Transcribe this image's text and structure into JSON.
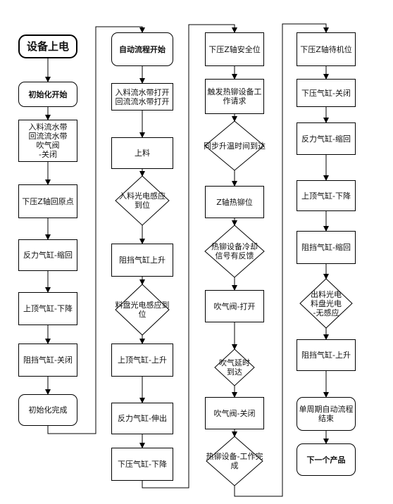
{
  "flowchart": {
    "col1": {
      "power_on": "设备上电",
      "init_start": "初始化开始",
      "init_step1": "入料流水带\n回流流水带\n吹气阀\n-关闭",
      "init_step2": "下压Z轴回原点",
      "init_step3": "反力气缸-缩回",
      "init_step4": "上顶气缸-下降",
      "init_step5": "阻挡气缸-关闭",
      "init_done": "初始化完成"
    },
    "col2": {
      "auto_start": "自动流程开始",
      "belts_open": "入料流水带打开\n回流流水带打开",
      "load": "上料",
      "infeed_sensor": "入料光电感应\n到位",
      "stop_cyl_up": "阻挡气缸上升",
      "tray_sensor": "料盘光电感应到\n位",
      "lift_cyl_up": "上顶气缸-上升",
      "react_cyl_out": "反力气缸-伸出",
      "press_down": "下压气缸-下降"
    },
    "col3": {
      "z_safe": "下压Z轴安全位",
      "trigger_request": "触发热铆设备工\n作请求",
      "sync_heat": "同步升温时间到达",
      "z_hot": "Z轴热铆位",
      "cooling_feedback": "热铆设备冷却\n信号有反馈",
      "blow_open": "吹气阀-打开",
      "blow_delay": "吹气延时\n到达",
      "blow_close": "吹气阀-关闭",
      "rivet_done": "热铆设备-工作完\n成"
    },
    "col4": {
      "z_standby": "下压Z轴待机位",
      "press_close": "下压气缸-关闭",
      "react_retract": "反力气缸-缩回",
      "lift_down": "上顶气缸-下降",
      "stop_retract": "阻挡气缸-缩回",
      "outfeed_sensor": "出料光电\n料盘光电\n-无感应",
      "stop_up": "阻挡气缸-上升",
      "cycle_end": "单周期自动流程\n结束",
      "next_product": "下一个产品"
    }
  }
}
